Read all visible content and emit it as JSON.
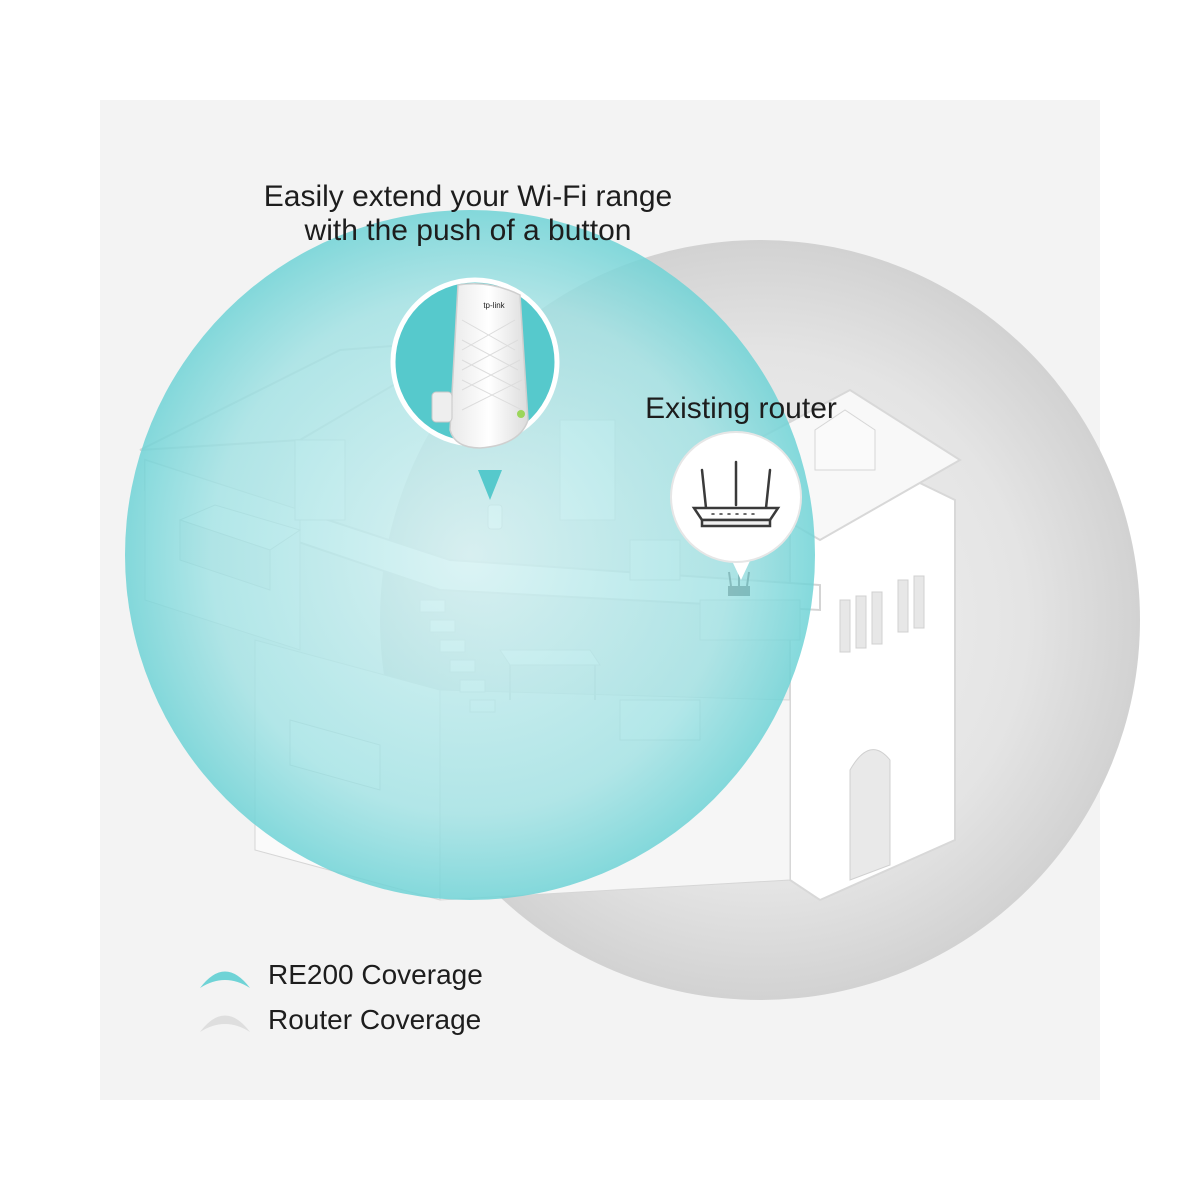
{
  "headline": {
    "line1": "Easily extend your Wi-Fi range",
    "line2": "with the push of a button"
  },
  "router_callout": {
    "label": "Existing router"
  },
  "extender_callout": {
    "brand": "tp-link"
  },
  "legend": {
    "items": [
      {
        "label": "RE200 Coverage",
        "color": "#6fd3d6"
      },
      {
        "label": "Router Coverage",
        "color": "#dedede"
      }
    ]
  },
  "colors": {
    "panel_background": "#f3f3f3",
    "page_background": "#ffffff",
    "re200_coverage": "#6fd3d6",
    "router_coverage": "#dedede",
    "text": "#1d1d1d",
    "house": "#f7f7f7"
  },
  "icons": {
    "extender": "re200-extender-icon",
    "router": "router-icon"
  }
}
